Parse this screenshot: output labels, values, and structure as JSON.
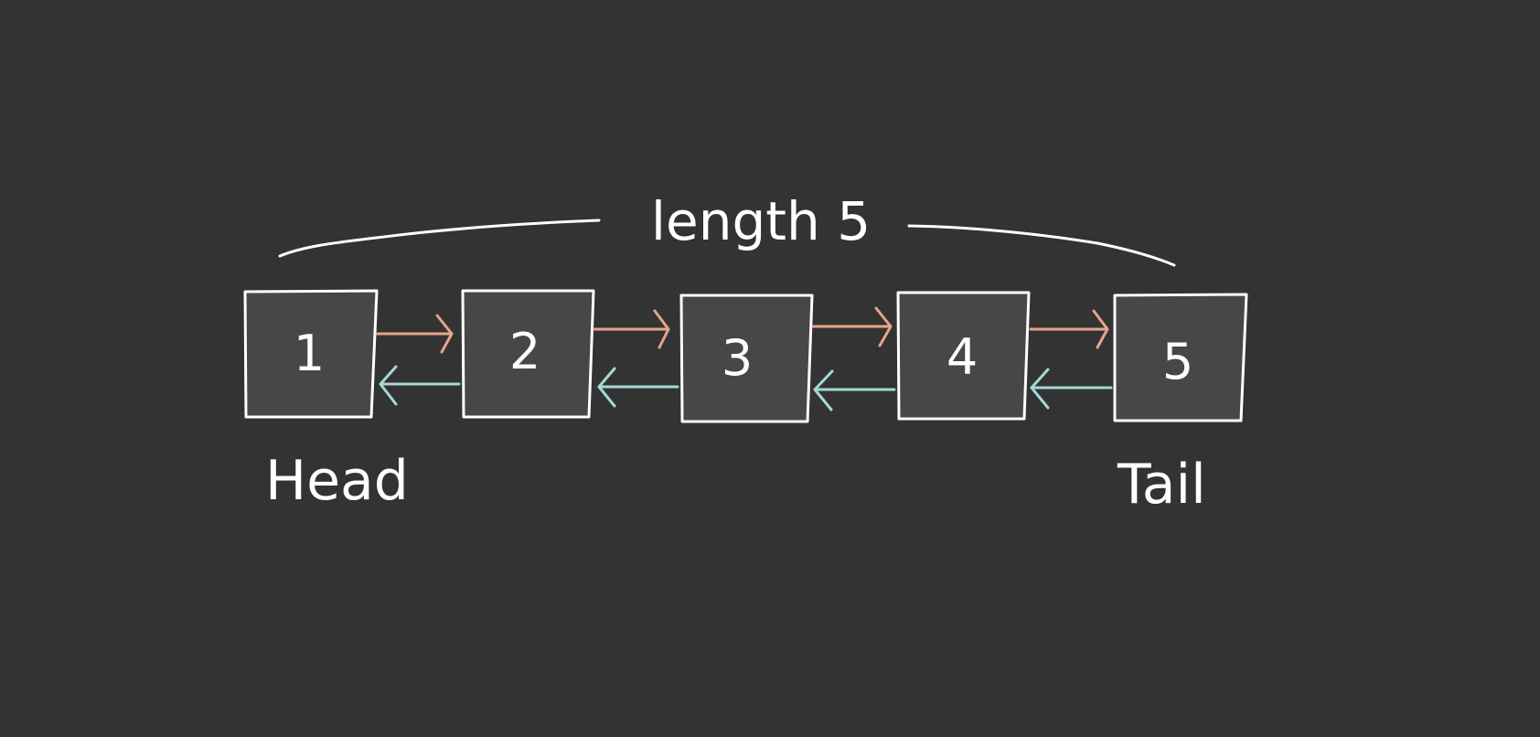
{
  "diagram": {
    "span_label": "length 5",
    "nodes": [
      {
        "label": "1"
      },
      {
        "label": "2"
      },
      {
        "label": "3"
      },
      {
        "label": "4"
      },
      {
        "label": "5"
      }
    ],
    "head_label": "Head",
    "tail_label": "Tail"
  },
  "colors": {
    "background": "#333333",
    "node_fill": "#474747",
    "node_stroke": "#ffffff",
    "next_arrow": "#e8a48c",
    "prev_arrow": "#a6d8d6",
    "text": "#ffffff"
  }
}
